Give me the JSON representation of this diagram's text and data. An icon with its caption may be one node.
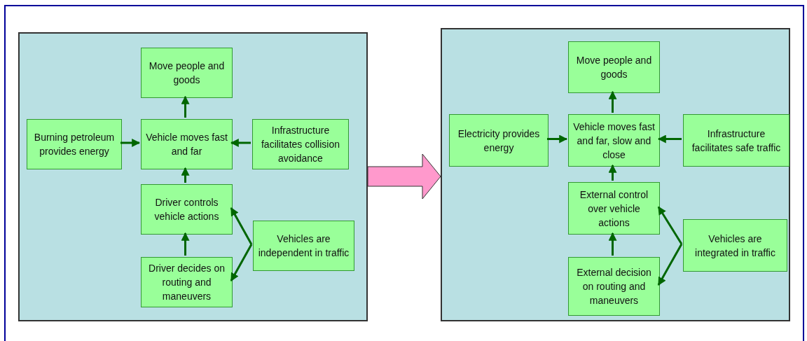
{
  "diagram": {
    "nodes": [
      {
        "text": [],
        "shape": "box"
      },
      {
        "text": [
          "Move people and goods"
        ],
        "in": 0
      },
      {
        "text": [
          "Burning petroleum provides energy"
        ],
        "in": 0
      },
      {
        "text": [
          "Vehicle moves fast and far"
        ],
        "in": 0
      },
      {
        "text": [
          "Infrastructure facilitates collision avoidance"
        ],
        "in": 0
      },
      {
        "text": [
          "Driver controls vehicle actions"
        ],
        "in": 0
      },
      {
        "text": [
          "Vehicles are independent in traffic"
        ],
        "in": 0
      },
      {
        "text": [
          "Driver decides on routing and maneuvers"
        ],
        "in": 0
      },
      {
        "text": [],
        "shape": "box"
      },
      {
        "text": [
          "Move people and goods"
        ],
        "in": 8
      },
      {
        "text": [
          "Electricity provides energy"
        ],
        "in": 8
      },
      {
        "text": [
          "Vehicle moves fast and far, slow and close"
        ],
        "in": 8
      },
      {
        "text": [
          "Infrastructure facilitates safe traffic"
        ],
        "in": 8
      },
      {
        "text": [
          "External control over vehicle actions"
        ],
        "in": 8
      },
      {
        "text": [
          "Vehicles are integrated in traffic"
        ],
        "in": 8
      },
      {
        "text": [
          "External decision on routing and maneuvers"
        ],
        "in": 8
      }
    ],
    "edges": [
      {
        "from": 3,
        "to": 1,
        "arrow": "to"
      },
      {
        "from": 2,
        "to": 3,
        "arrow": "to"
      },
      {
        "from": 4,
        "to": 3,
        "arrow": "to"
      },
      {
        "from": 5,
        "to": 3,
        "arrow": "to"
      },
      {
        "from": 7,
        "to": 5,
        "arrow": "to"
      },
      {
        "from": 6,
        "to": 5,
        "arrow": "to"
      },
      {
        "from": 6,
        "to": 7,
        "arrow": "to"
      },
      {
        "from": 0,
        "to": 8,
        "arrow": "to",
        "style": "thick",
        "color": "#ff99cc"
      },
      {
        "from": 11,
        "to": 9,
        "arrow": "to"
      },
      {
        "from": 10,
        "to": 11,
        "arrow": "to"
      },
      {
        "from": 12,
        "to": 11,
        "arrow": "to"
      },
      {
        "from": 13,
        "to": 11,
        "arrow": "to"
      },
      {
        "from": 15,
        "to": 13,
        "arrow": "to"
      },
      {
        "from": 14,
        "to": 13,
        "arrow": "to"
      },
      {
        "from": 14,
        "to": 15,
        "arrow": "to"
      }
    ]
  }
}
